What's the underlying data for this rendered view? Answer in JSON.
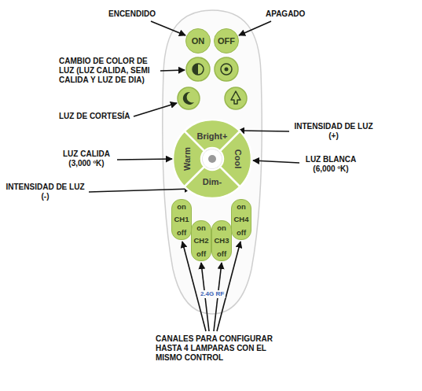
{
  "diagram": {
    "nodes": [
      {
        "text": [
          "2.4G RF"
        ]
      },
      {
        "text": [
          "ON"
        ],
        "in": 0
      },
      {
        "text": [
          "OFF"
        ],
        "in": 0
      },
      {
        "text": [
          "Bright+"
        ],
        "in": 0
      },
      {
        "text": [
          "Warm"
        ],
        "in": 0
      },
      {
        "text": [
          "Cool"
        ],
        "in": 0
      },
      {
        "text": [
          "Dim-"
        ],
        "in": 0
      },
      {
        "text": [
          "on",
          "CH1",
          "off"
        ],
        "in": 0
      },
      {
        "text": [
          "on",
          "CH2",
          "off"
        ],
        "in": 0
      },
      {
        "text": [
          "on",
          "CH3",
          "off"
        ],
        "in": 0
      },
      {
        "text": [
          "on",
          "CH4",
          "off"
        ],
        "in": 0
      }
    ],
    "labels": [
      "ENCENDIDO",
      "APAGADO",
      "CAMBIO DE COLOR DE LUZ (LUZ CALIDA, SEMI CALIDA Y LUZ DE DIA)",
      "LUZ DE CORTESÍA",
      "INTENSIDAD DE LUZ (+)",
      "LUZ CALIDA (3,000 ºK)",
      "LUZ BLANCA (6,000 ºK)",
      "INTENSIDAD DE LUZ (-)",
      "CANALES PARA CONFIGURAR HASTA 4 LAMPARAS CON EL MISMO CONTROL"
    ]
  }
}
